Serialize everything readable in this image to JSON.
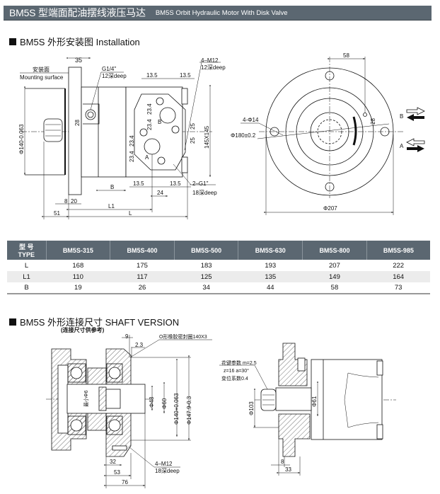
{
  "header": {
    "title": "BM5S 型端面配油摆线液压马达",
    "subtitle": "BM5S Orbit Hydraulic Motor With Disk Valve"
  },
  "installation": {
    "heading": "BM5S 外形安装图 Installation",
    "labels": {
      "mount_cn": "安装面",
      "mount_en": "Mounting surface",
      "d35": "35",
      "g14": "G1/4\"",
      "g14_deep": "12深deep",
      "m12": "4–M12",
      "m12_deep": "12深deep",
      "d135a": "13.5",
      "d135b": "13.5",
      "d28": "28",
      "d234a": "23.4",
      "d234b": "23.4",
      "d234c": "23.4",
      "d234d": "23.4",
      "d25a": "25",
      "d25b": "25",
      "port_b": "B",
      "port_a": "A",
      "d145": "145X145",
      "phi140": "Φ140-0.063",
      "d135c": "13.5",
      "d135d": "13.5",
      "d24": "24",
      "g1": "2–G1\"",
      "g1_deep": "18深deep",
      "dB": "B",
      "d8": "8",
      "d20": "20",
      "L1": "L1",
      "L": "L",
      "d51": "51",
      "d58": "58",
      "d28b": "28",
      "phi14": "4-Φ14",
      "phi180": "Φ180±0.2",
      "phi207": "Φ207",
      "arrow_b": "B",
      "arrow_a": "A"
    }
  },
  "table": {
    "type_cn": "型 号",
    "type_en": "TYPE",
    "models": [
      "BM5S-315",
      "BM5S-400",
      "BM5S-500",
      "BM5S-630",
      "BM5S-800",
      "BM5S-985"
    ],
    "rows": [
      {
        "label": "L",
        "values": [
          "168",
          "175",
          "183",
          "193",
          "207",
          "222"
        ]
      },
      {
        "label": "L1",
        "values": [
          "110",
          "117",
          "125",
          "135",
          "149",
          "164"
        ]
      },
      {
        "label": "B",
        "values": [
          "19",
          "26",
          "34",
          "44",
          "58",
          "73"
        ]
      }
    ]
  },
  "shaft": {
    "heading": "BM5S 外形连接尺寸 SHAFT VERSION",
    "note": "(连接尺寸供参考)",
    "labels": {
      "d9": "9",
      "d23": "2.3",
      "oring": "O形橡胶密封圈140X3",
      "min6": "最小Φ6",
      "phi48": "Φ48",
      "phi60": "Φ60",
      "phi140": "Φ140+0.063",
      "phi1479": "Φ147.9-0.3",
      "m12": "4–M12",
      "m12_deep": "18深deep",
      "d32": "32",
      "d53": "53",
      "d76": "76",
      "spline1": "花键参数 m=2.5",
      "spline2": "z=16  a=30°",
      "spline3": "变位系数0.4",
      "phi103": "Φ103",
      "phi61": "Φ61",
      "d8": "8",
      "d33": "33"
    }
  },
  "colors": {
    "header_bg": "#5b6771",
    "row_alt": "#ececec"
  }
}
